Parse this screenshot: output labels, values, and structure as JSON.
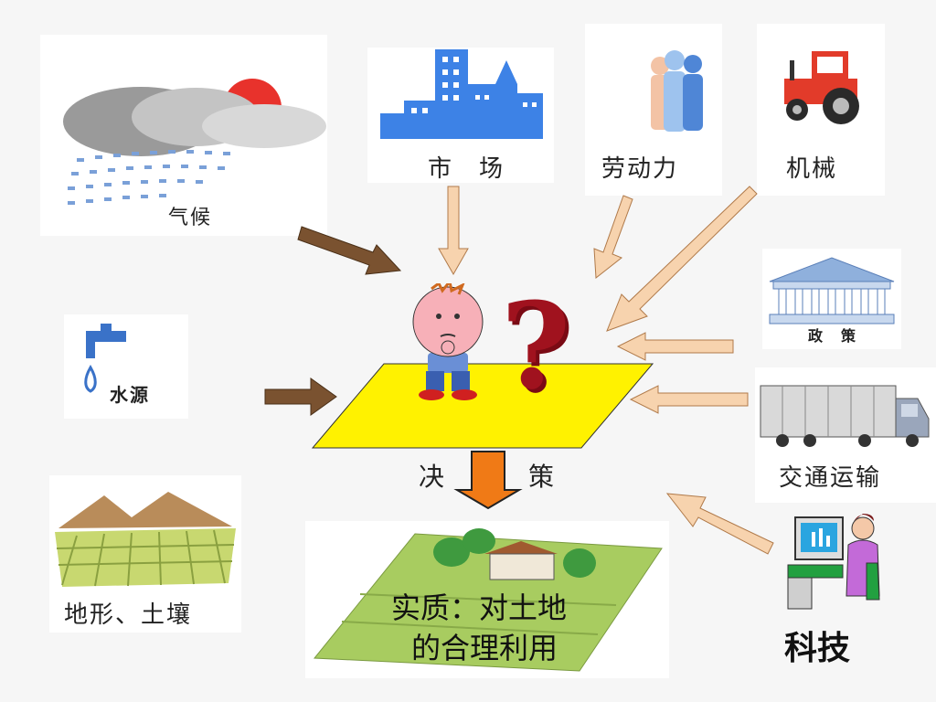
{
  "factors": {
    "climate": "气候",
    "market": "市　场",
    "labor": "劳动力",
    "machinery": "机械",
    "policy": "政　策",
    "water": "水源",
    "transport": "交通运输",
    "terrain": "地形、土壤",
    "technology": "科技"
  },
  "decision": {
    "left": "决",
    "right": "策"
  },
  "essence": {
    "line1": "实质：对土地",
    "line2": "的合理利用"
  },
  "colors": {
    "brown_arrow": "#7a5230",
    "peach_arrow": "#f7d3ae",
    "plane": "#fff200",
    "question": "#a0121e",
    "orange_arrow": "#f07a16",
    "building_blue": "#3d82e6"
  },
  "icons": [
    "cloud-sun-rain-icon",
    "city-buildings-icon",
    "workers-icon",
    "tractor-icon",
    "government-building-icon",
    "water-tap-icon",
    "truck-icon",
    "fields-icon",
    "computer-user-icon",
    "thinking-boy-icon",
    "question-mark-icon",
    "farmland-house-icon"
  ]
}
